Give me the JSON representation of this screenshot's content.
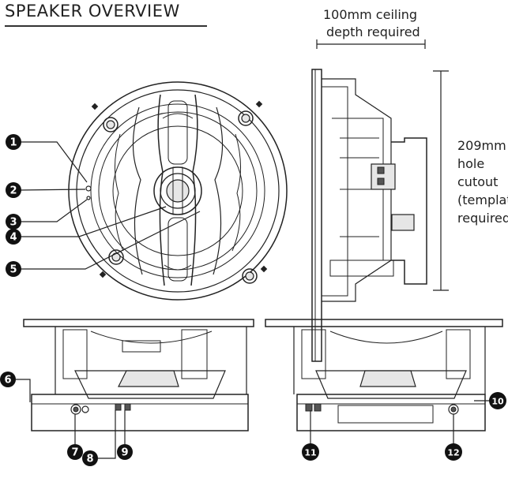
{
  "title": "SPEAKER OVERVIEW",
  "depth_label": [
    "100mm ceiling",
    "depth required"
  ],
  "cutout_label": [
    "209mm",
    "hole",
    "cutout",
    "(template",
    "required)"
  ],
  "callouts": [
    "1",
    "2",
    "3",
    "4",
    "5",
    "6",
    "7",
    "8",
    "9",
    "10",
    "11",
    "12"
  ]
}
